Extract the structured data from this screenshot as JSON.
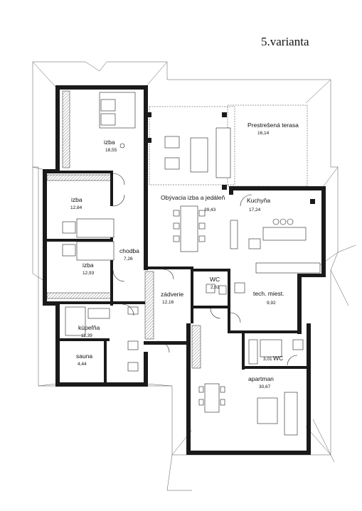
{
  "title": "5.varianta",
  "rooms": [
    {
      "name": "izba",
      "area": "18,55"
    },
    {
      "name": "Prestrešená terasa",
      "area": "16,14"
    },
    {
      "name": "Obývacia izba a jedáleň",
      "area": "39,43"
    },
    {
      "name": "Kuchyňa",
      "area": "17,24"
    },
    {
      "name": "izba",
      "area": "12,84"
    },
    {
      "name": "izba",
      "area": "12,93"
    },
    {
      "name": "chodba",
      "area": "7,26"
    },
    {
      "name": "WC",
      "area": "2,61"
    },
    {
      "name": "zádverie",
      "area": "12,16"
    },
    {
      "name": "tech. miest.",
      "area": "9,92"
    },
    {
      "name": "kúpeľňa",
      "area": "11,39"
    },
    {
      "name": "sauna",
      "area": "4,44"
    },
    {
      "name": "WC",
      "area": "3,01"
    },
    {
      "name": "apartman",
      "area": "30,67"
    }
  ]
}
